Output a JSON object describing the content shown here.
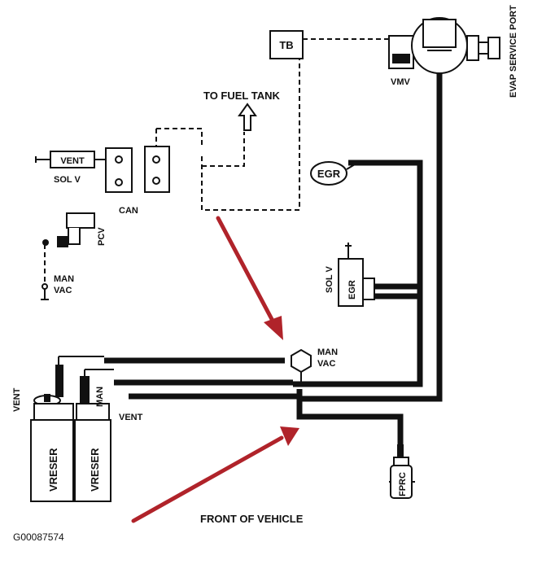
{
  "diagram": {
    "labels": {
      "tb": "TB",
      "vmv": "VMV",
      "evap_service_port": "EVAP SERVICE PORT",
      "to_fuel_tank": "TO FUEL TANK",
      "vent_sol_box": "VENT",
      "sol_v_left": "SOL V",
      "can": "CAN",
      "pcv": "PCV",
      "man_vac_left_1": "MAN",
      "man_vac_left_2": "VAC",
      "egr_top": "EGR",
      "sol_v_egr": "SOL V",
      "egr_solenoid": "EGR",
      "man_vac_right_1": "MAN",
      "man_vac_right_2": "VAC",
      "vent_left": "VENT",
      "man_reservoir": "MAN",
      "vent_bottom": "VENT",
      "vreser_1": "VRESER",
      "vreser_2": "VRESER",
      "fprc": "FPRC",
      "front_of_vehicle": "FRONT OF VEHICLE",
      "figure_id": "G00087574"
    },
    "colors": {
      "line": "#111111",
      "arrow": "#b0232a"
    }
  }
}
